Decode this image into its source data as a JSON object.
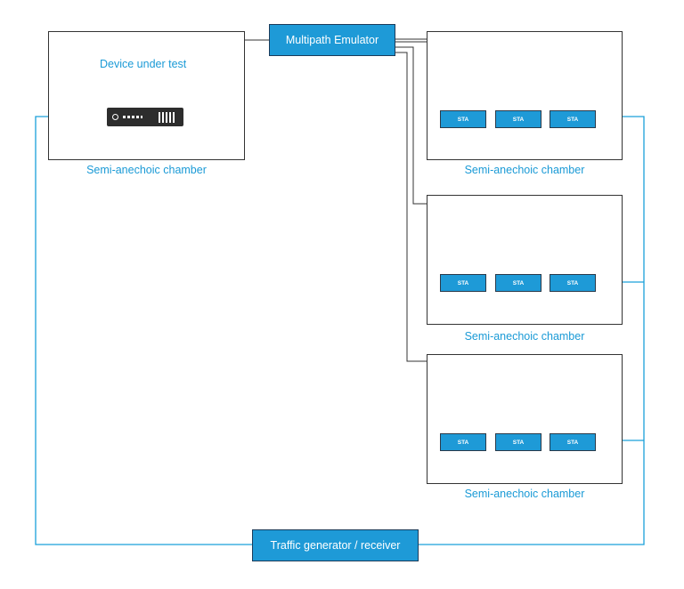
{
  "emulator": {
    "label": "Multipath Emulator"
  },
  "traffic": {
    "label": "Traffic generator / receiver"
  },
  "dut": {
    "label": "Device under test"
  },
  "chambers": [
    {
      "label": "Semi-anechoic chamber"
    },
    {
      "label": "Semi-anechoic chamber"
    },
    {
      "label": "Semi-anechoic chamber"
    },
    {
      "label": "Semi-anechoic chamber"
    }
  ],
  "sta_label": "STA",
  "colors": {
    "accent": "#1e9ad7",
    "link": "#1aa0da",
    "outline": "#333333"
  }
}
